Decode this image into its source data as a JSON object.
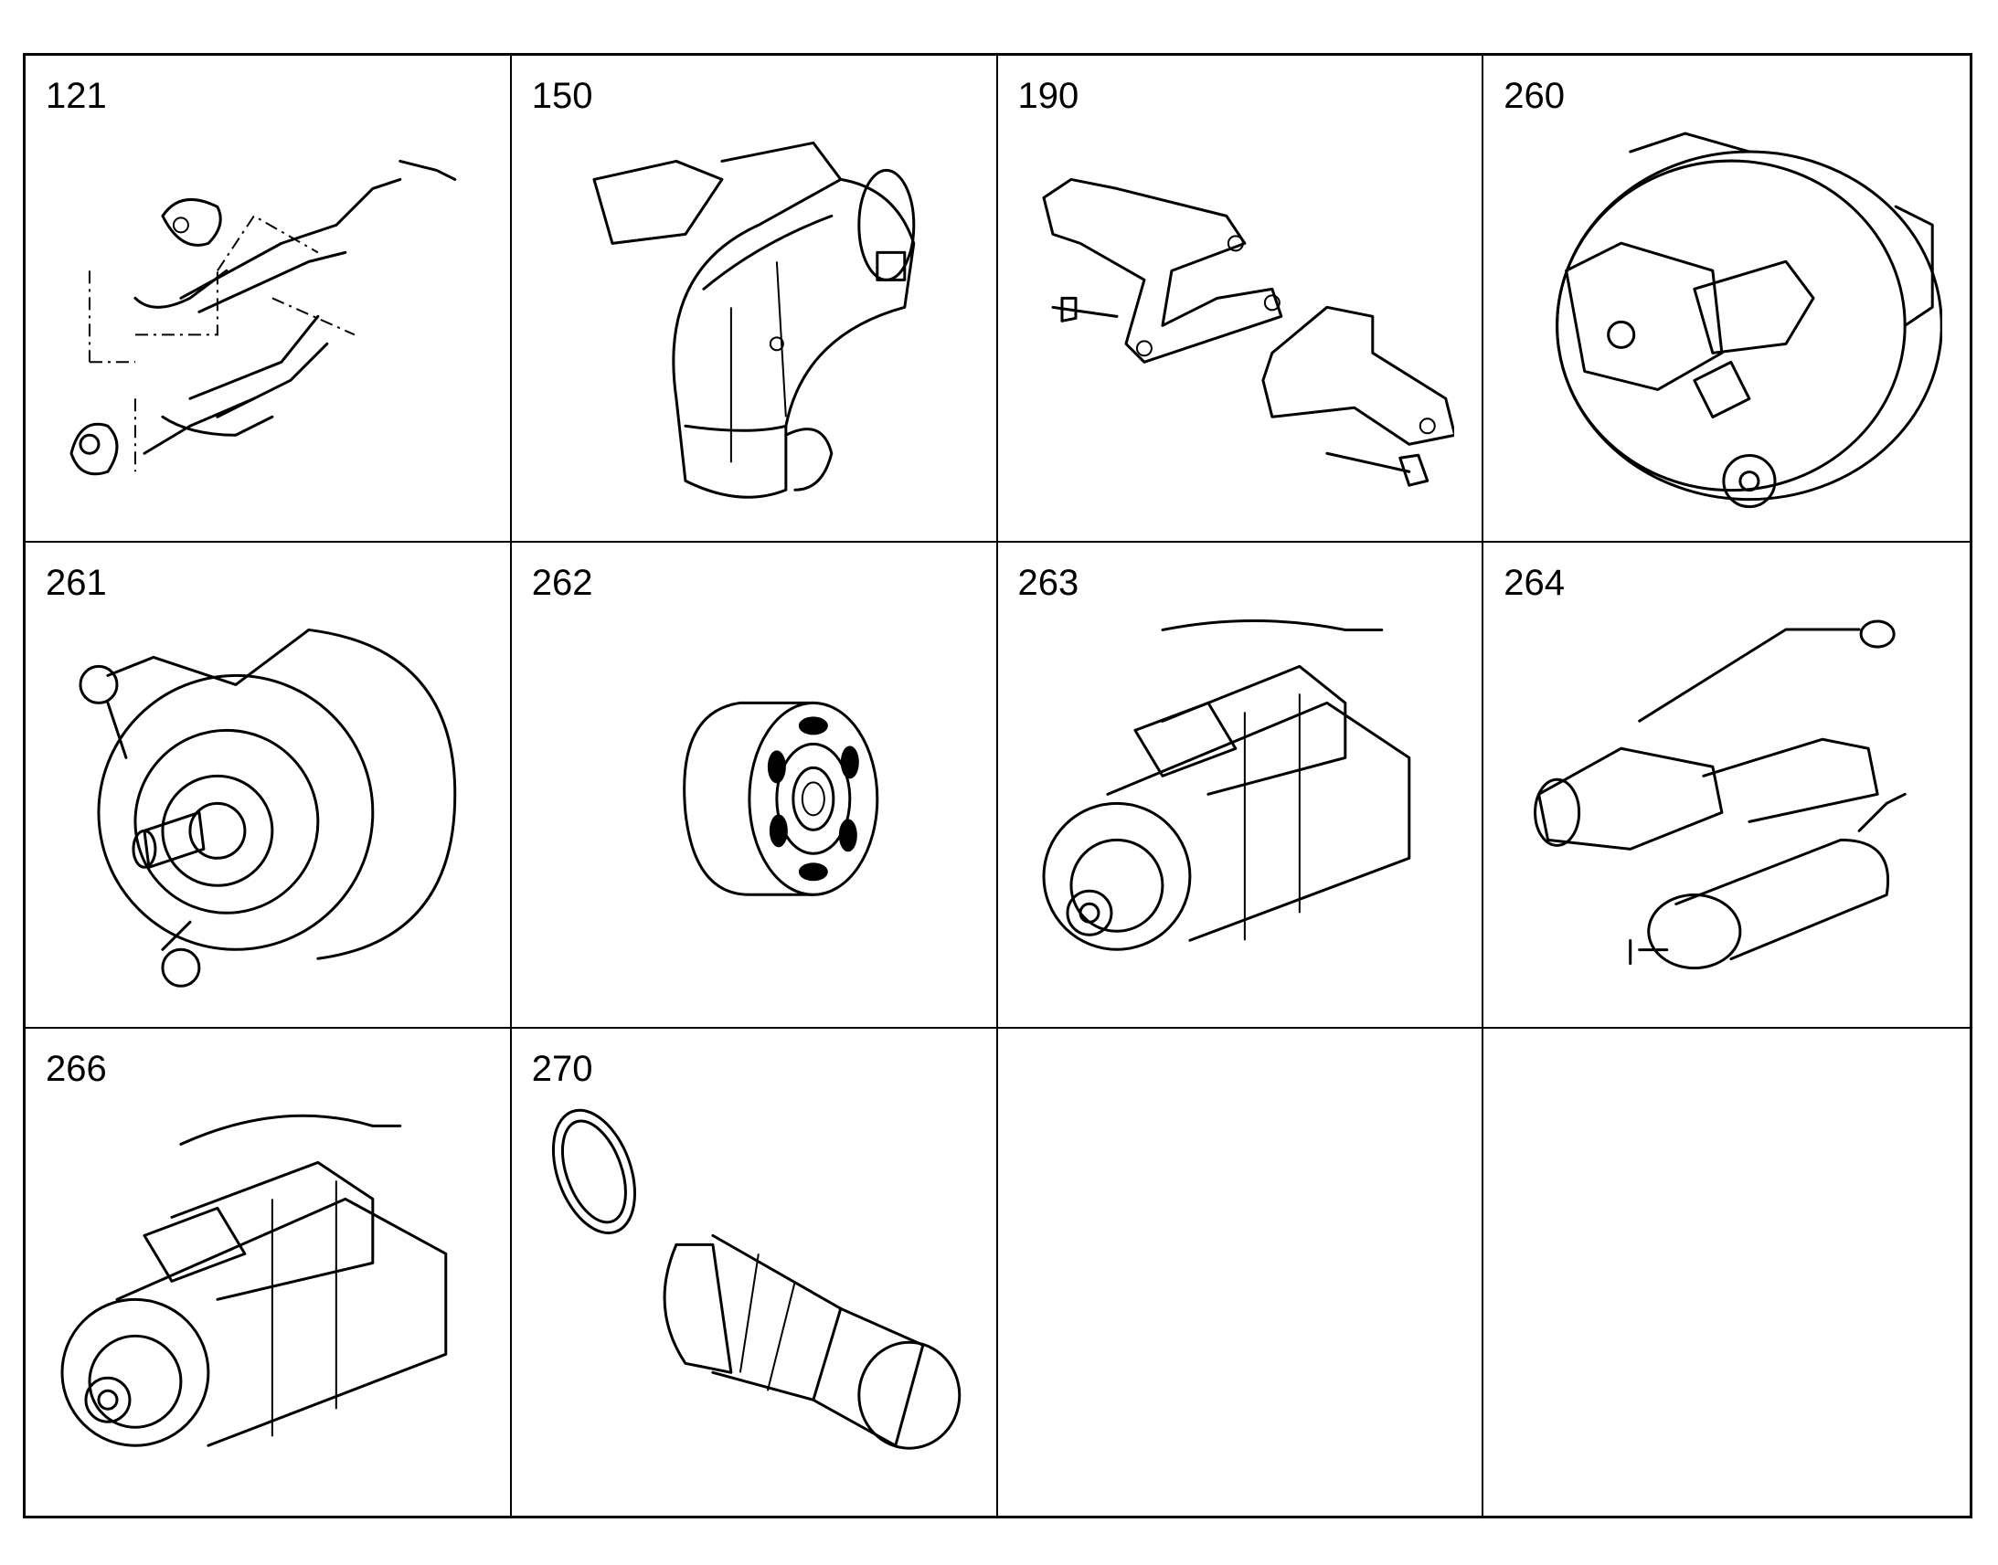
{
  "parts": [
    {
      "number": "121",
      "icon": "fuel-line-assembly-icon"
    },
    {
      "number": "150",
      "icon": "intake-elbow-icon"
    },
    {
      "number": "190",
      "icon": "mounting-brackets-icon"
    },
    {
      "number": "260",
      "icon": "alternator-rear-icon"
    },
    {
      "number": "261",
      "icon": "alternator-front-icon"
    },
    {
      "number": "262",
      "icon": "pulley-icon"
    },
    {
      "number": "263",
      "icon": "starter-motor-icon"
    },
    {
      "number": "264",
      "icon": "solenoid-icon"
    },
    {
      "number": "266",
      "icon": "starter-motor-icon"
    },
    {
      "number": "270",
      "icon": "sensor-with-seal-ring-icon"
    }
  ]
}
